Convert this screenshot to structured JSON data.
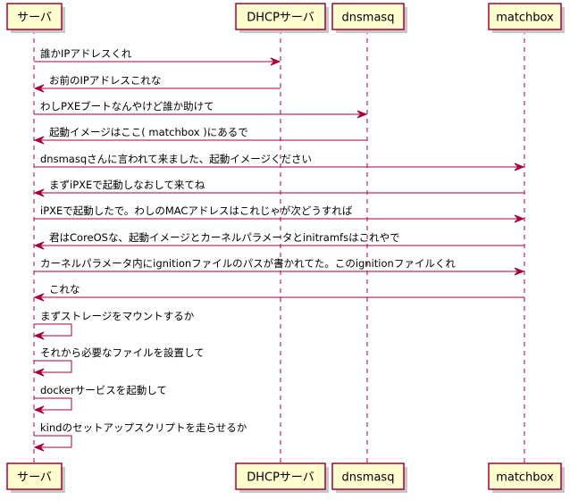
{
  "colors": {
    "participant_fill": "#FEFECE",
    "participant_border": "#A80036",
    "line": "#A80036",
    "shadow": "#c8c8c8",
    "text": "#000000",
    "background": "#FFFFFF"
  },
  "participants": [
    {
      "id": "server",
      "label": "サーバ"
    },
    {
      "id": "dhcp",
      "label": "DHCPサーバ"
    },
    {
      "id": "dnsmasq",
      "label": "dnsmasq"
    },
    {
      "id": "matchbox",
      "label": "matchbox"
    }
  ],
  "messages": [
    {
      "from": "server",
      "to": "dhcp",
      "text": "誰かIPアドレスくれ"
    },
    {
      "from": "dhcp",
      "to": "server",
      "text": "お前のIPアドレスこれな"
    },
    {
      "from": "server",
      "to": "dnsmasq",
      "text": "わしPXEブートなんやけど誰か助けて"
    },
    {
      "from": "dnsmasq",
      "to": "server",
      "text": "起動イメージはここ( matchbox )にあるで"
    },
    {
      "from": "server",
      "to": "matchbox",
      "text": "dnsmasqさんに言われて来ました、起動イメージください"
    },
    {
      "from": "matchbox",
      "to": "server",
      "text": "まずiPXEで起動しなおして来てね"
    },
    {
      "from": "server",
      "to": "matchbox",
      "text": "iPXEで起動したで。わしのMACアドレスはこれじゃが次どうすれば"
    },
    {
      "from": "matchbox",
      "to": "server",
      "text": "君はCoreOSな、起動イメージとカーネルパラメータとinitramfsはこれやで"
    },
    {
      "from": "server",
      "to": "matchbox",
      "text": "カーネルパラメータ内にignitionファイルのパスが書かれてた。このignitionファイルくれ"
    },
    {
      "from": "matchbox",
      "to": "server",
      "text": "これな"
    },
    {
      "from": "server",
      "to": "server",
      "text": "まずストレージをマウントするか"
    },
    {
      "from": "server",
      "to": "server",
      "text": "それから必要なファイルを設置して"
    },
    {
      "from": "server",
      "to": "server",
      "text": "dockerサービスを起動して"
    },
    {
      "from": "server",
      "to": "server",
      "text": "kindのセットアップスクリプトを走らせるか"
    }
  ]
}
